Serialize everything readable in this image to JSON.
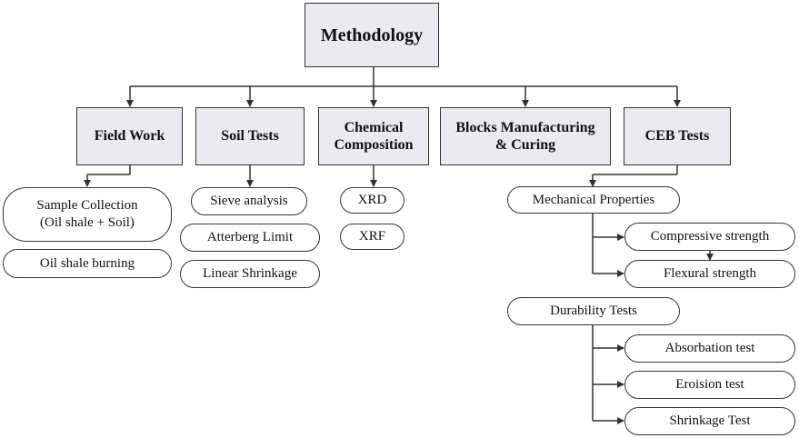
{
  "title": "Methodology",
  "categories": {
    "field_work": "Field Work",
    "soil_tests": "Soil Tests",
    "chemical": "Chemical\nComposition",
    "blocks": "Blocks Manufacturing\n& Curing",
    "ceb_tests": "CEB Tests"
  },
  "field_work_items": [
    "Sample Collection\n(Oil shale + Soil)",
    "Oil shale burning"
  ],
  "soil_tests_items": [
    "Sieve analysis",
    "Atterberg Limit",
    "Linear Shrinkage"
  ],
  "chemical_items": [
    "XRD",
    "XRF"
  ],
  "ceb": {
    "mechanical": "Mechanical Properties",
    "mechanical_items": [
      "Compressive strength",
      "Flexural strength"
    ],
    "durability": "Durability Tests",
    "durability_items": [
      "Absorbation test",
      "Eroision test",
      "Shrinkage Test"
    ]
  },
  "colors": {
    "box_fill": "#eaeaf0",
    "line": "#333333",
    "pill_fill": "#ffffff"
  }
}
